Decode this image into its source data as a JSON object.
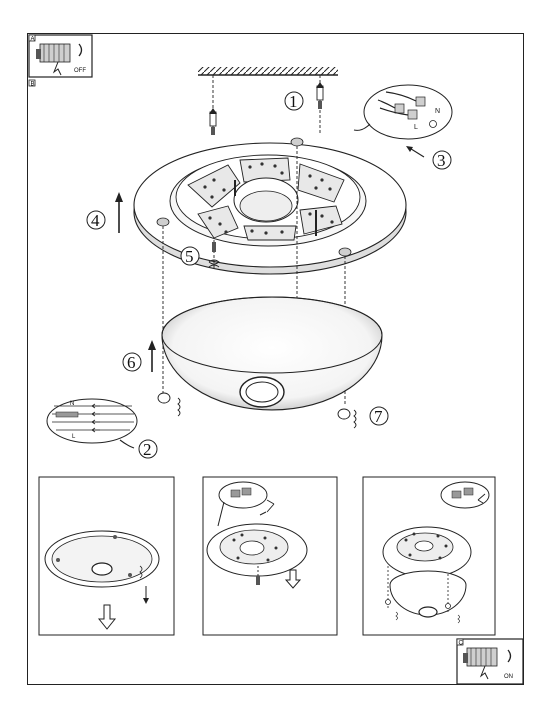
{
  "corner_labels": {
    "top_box": "A",
    "main": "B",
    "bottom_box": "C"
  },
  "switch_states": {
    "off": "OFF",
    "on": "ON"
  },
  "steps": [
    "1",
    "2",
    "3",
    "4",
    "5",
    "6",
    "7"
  ],
  "wire_labels": {
    "neutral": "N",
    "live": "L",
    "earth": "⏚"
  },
  "colors": {
    "line": "#222222",
    "fill_gray": "#cfcfcf",
    "fill_dark": "#555555"
  },
  "arrows": {
    "up": "up-arrow-icon",
    "down": "down-arrow-icon"
  }
}
